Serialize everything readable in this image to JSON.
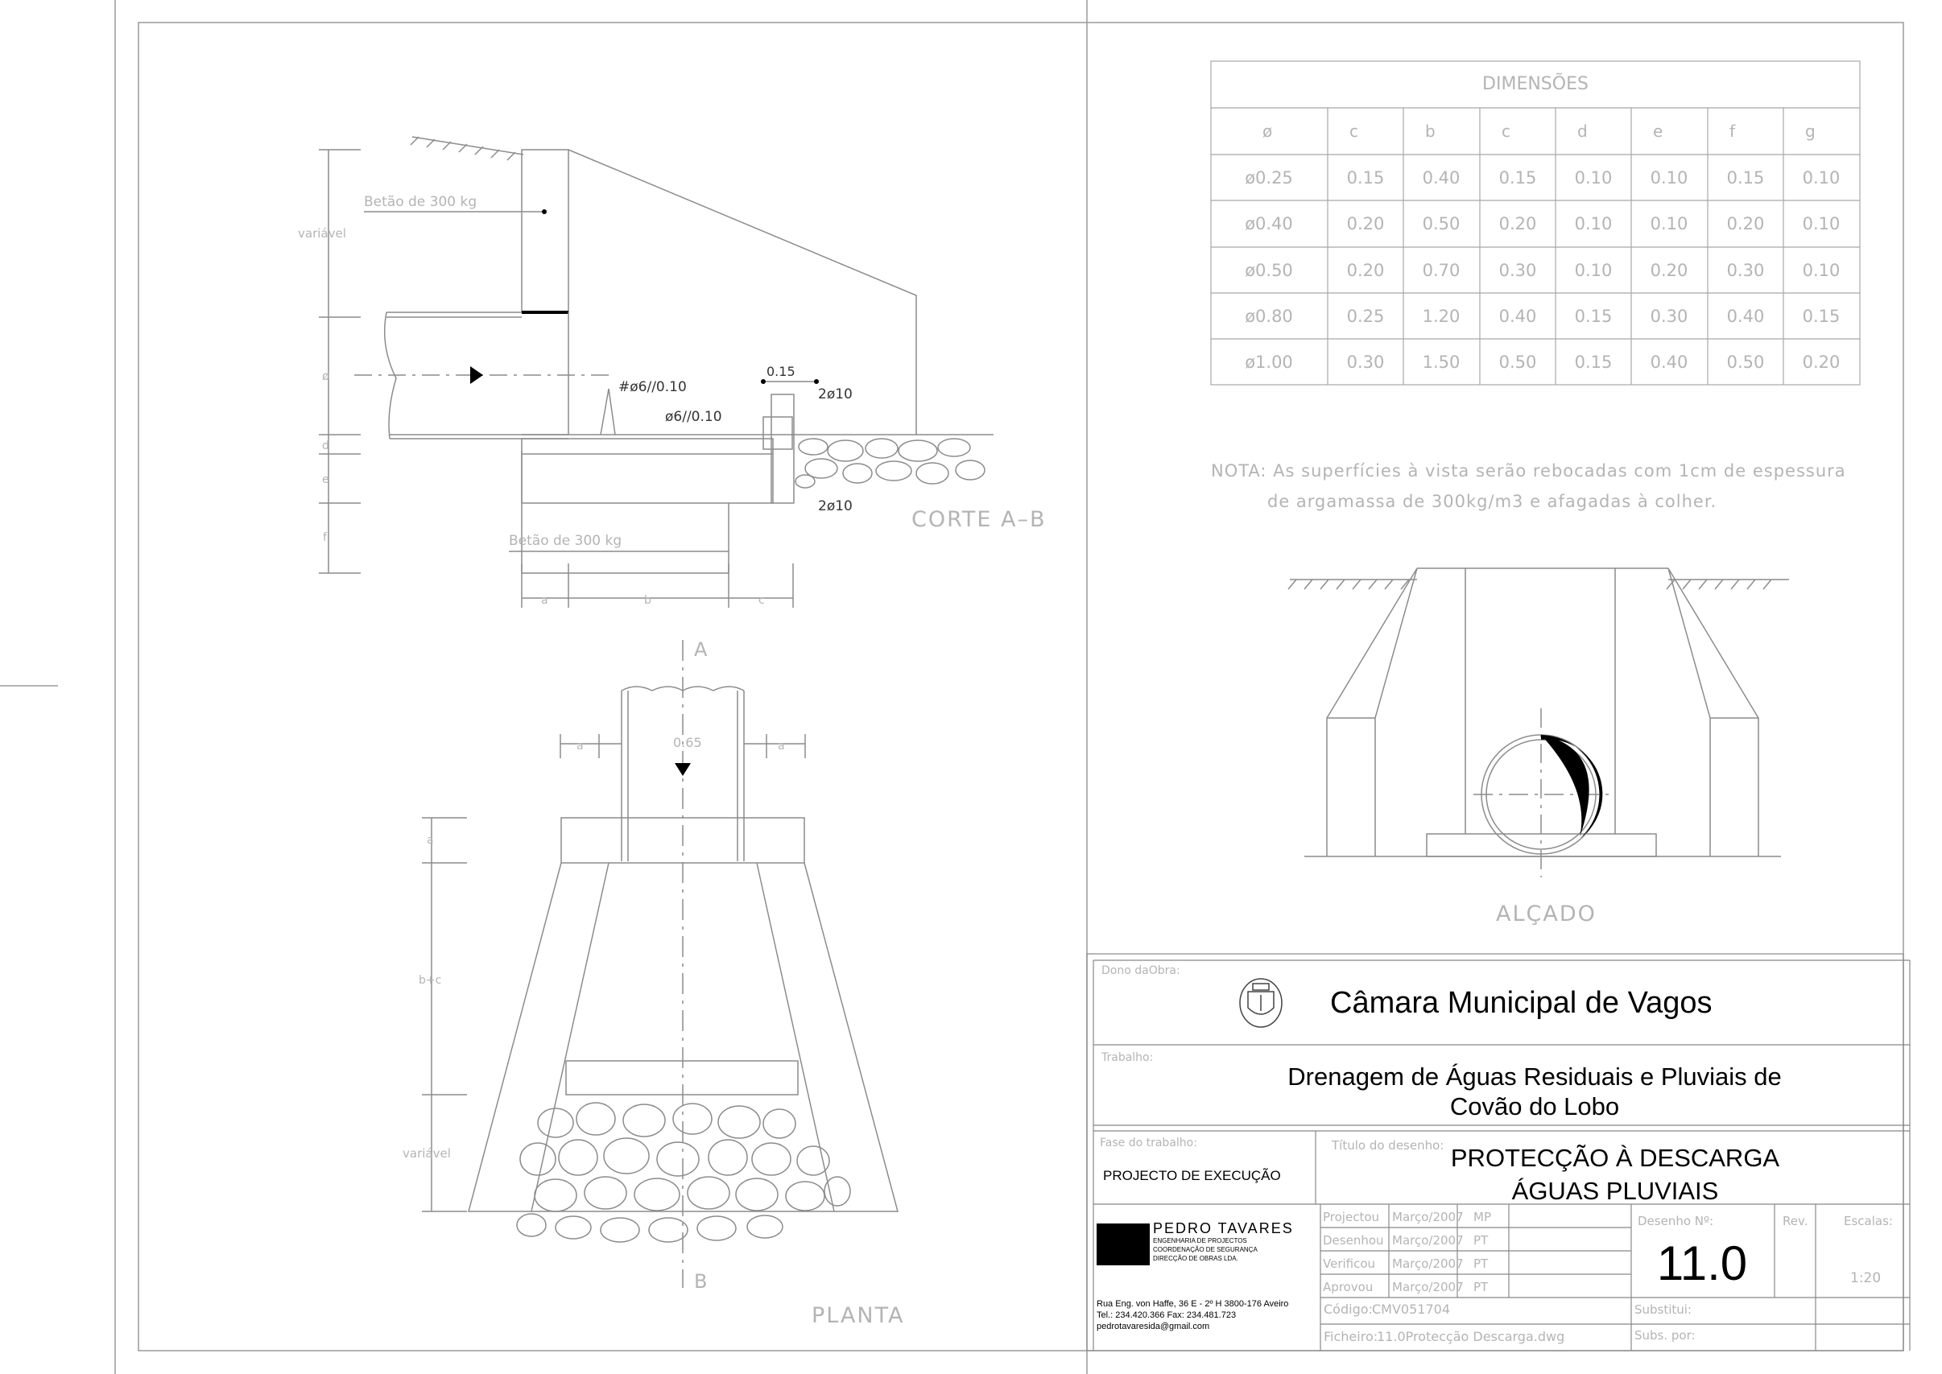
{
  "section_a": {
    "title": "CORTE A–B",
    "labels": {
      "concrete_top": "Betão de 300 kg",
      "concrete_bottom": "Betão de 300 kg",
      "variavel": "variável",
      "phi": "ø",
      "d": "d",
      "e": "e",
      "f": "f",
      "rebar_mesh": "#ø6//0.10",
      "rebar_stirrup": "ø6//0.10",
      "rebar_top": "2ø10",
      "rebar_bottom": "2ø10",
      "dim_015": "0.15",
      "dim_a": "a",
      "dim_b": "b",
      "dim_c": "c"
    }
  },
  "plan": {
    "title": "PLANTA",
    "labels": {
      "cut_a": "A",
      "cut_b": "B",
      "dim_065": "0.65",
      "dim_a_left": "a",
      "dim_a_right": "a",
      "dim_a_vert": "a",
      "dim_bc": "b+c",
      "variavel": "variável"
    }
  },
  "elevation": {
    "title": "ALÇADO"
  },
  "dimensions_table": {
    "title": "DIMENSÕES",
    "headers": [
      "ø",
      "c",
      "b",
      "c",
      "d",
      "e",
      "f",
      "g"
    ],
    "rows": [
      [
        "ø0.25",
        "0.15",
        "0.40",
        "0.15",
        "0.10",
        "0.10",
        "0.15",
        "0.10"
      ],
      [
        "ø0.40",
        "0.20",
        "0.50",
        "0.20",
        "0.10",
        "0.10",
        "0.20",
        "0.10"
      ],
      [
        "ø0.50",
        "0.20",
        "0.70",
        "0.30",
        "0.10",
        "0.20",
        "0.30",
        "0.10"
      ],
      [
        "ø0.80",
        "0.25",
        "1.20",
        "0.40",
        "0.15",
        "0.30",
        "0.40",
        "0.15"
      ],
      [
        "ø1.00",
        "0.30",
        "1.50",
        "0.50",
        "0.15",
        "0.40",
        "0.50",
        "0.20"
      ]
    ]
  },
  "note": {
    "line1": "NOTA: As superfícies à vista serão rebocadas com 1cm de espessura",
    "line2": "de argamassa de 300kg/m3 e afagadas à colher."
  },
  "title_block": {
    "owner_label": "Dono daObra:",
    "owner": "Câmara Municipal de Vagos",
    "work_label": "Trabalho:",
    "work_line1": "Drenagem de Águas Residuais e Pluviais de",
    "work_line2": "Covão do Lobo",
    "phase_label": "Fase do trabalho:",
    "phase": "PROJECTO DE EXECUÇÃO",
    "drawing_title_label": "Título do desenho:",
    "drawing_title_line1": "PROTECÇÃO À DESCARGA",
    "drawing_title_line2": "ÁGUAS PLUVIAIS",
    "company_name": "PEDRO TAVARES",
    "company_line1": "ENGENHARIA DE PROJECTOS",
    "company_line2": "COORDENAÇÃO DE SEGURANÇA",
    "company_line3": "DIRECÇÃO DE OBRAS LDA.",
    "address1": "Rua Eng. von Haffe, 36 E - 2º H 3800-176 Aveiro",
    "address2": "Tel.: 234.420.366   Fax: 234.481.723",
    "email": "pedrotavaresida@gmail.com",
    "approvals": [
      {
        "role": "Projectou",
        "date": "Março/2007",
        "initials": "MP"
      },
      {
        "role": "Desenhou",
        "date": "Março/2007",
        "initials": "PT"
      },
      {
        "role": "Verificou",
        "date": "Março/2007",
        "initials": "PT"
      },
      {
        "role": "Aprovou",
        "date": "Março/2007",
        "initials": "PT"
      }
    ],
    "code_label": "Código:",
    "code": "CMV051704",
    "file_label": "Ficheiro:",
    "file": "11.0Protecção Descarga.dwg",
    "drawing_no_label": "Desenho Nº:",
    "drawing_no": "11.0",
    "rev_label": "Rev.",
    "scales_label": "Escalas:",
    "scale": "1:20",
    "replaces_label": "Substitui:",
    "replaced_by_label": "Subs. por:"
  }
}
